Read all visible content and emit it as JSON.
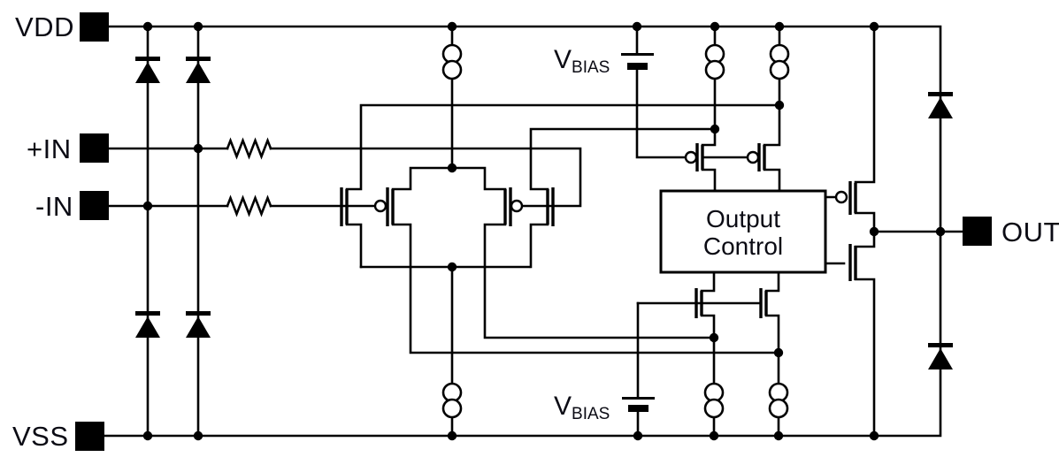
{
  "pins": {
    "vdd": "VDD",
    "in_plus": "+IN",
    "in_minus": "-IN",
    "vss": "VSS",
    "out": "OUT"
  },
  "bias_top": {
    "v": "V",
    "sub": "BIAS"
  },
  "bias_bottom": {
    "v": "V",
    "sub": "BIAS"
  },
  "output_control": {
    "line1": "Output",
    "line2": "Control"
  },
  "colors": {
    "wire": "#000000",
    "text": "#0b0b14",
    "background": "#ffffff"
  }
}
